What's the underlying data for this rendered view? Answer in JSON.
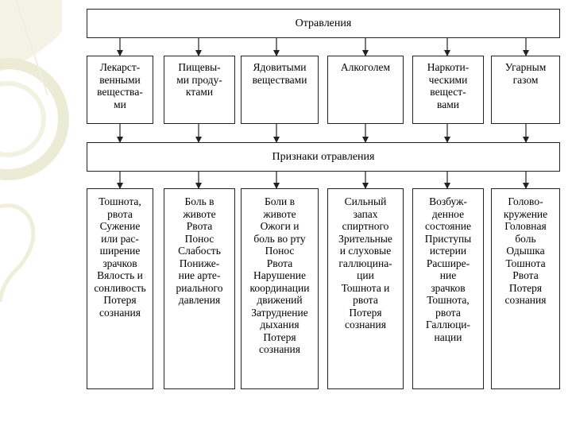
{
  "header": {
    "label": "Отравления"
  },
  "causes": [
    {
      "label": "Лекарст-\nвенными\nвеществa-\nми"
    },
    {
      "label": "Пищевы-\nми проду-\nктами"
    },
    {
      "label": "Ядовитыми\nвеществами"
    },
    {
      "label": "Алкоголем"
    },
    {
      "label": "Наркоти-\nческими\nвещест-\nвами"
    },
    {
      "label": "Угарным\nгазом"
    }
  ],
  "signs_header": {
    "label": "Признаки отравления"
  },
  "signs": [
    {
      "label": "Тошнота,\nрвота\nСужение\nили рас-\nширение\nзрачков\nВялость и\nсонливость\nПотеря\nсознания"
    },
    {
      "label": "Боль в\nживоте\nРвота\nПонос\nСлабость\nПониже-\nние арте-\nриального\nдавления"
    },
    {
      "label": "Боли в\nживоте\nОжоги и\nболь во рту\nПонос\nРвота\nНарушение\nкоординации\nдвижений\nЗатруднение\nдыхания\nПотеря\nсознания"
    },
    {
      "label": "Сильный\nзапах\nспиртного\nЗрительные\nи слуховые\nгаллюцина-\nции\nТошнота и\nрвота\nПотеря\nсознания"
    },
    {
      "label": "Возбуж-\nденное\nсостояние\nПриступы\nистерии\nРасшире-\nние\nзрачков\nТошнота,\nрвота\nГаллюци-\nнации"
    },
    {
      "label": "Голово-\nкружение\nГоловная\nболь\nОдышка\nТошнота\nРвота\nПотеря\nсознания"
    }
  ]
}
